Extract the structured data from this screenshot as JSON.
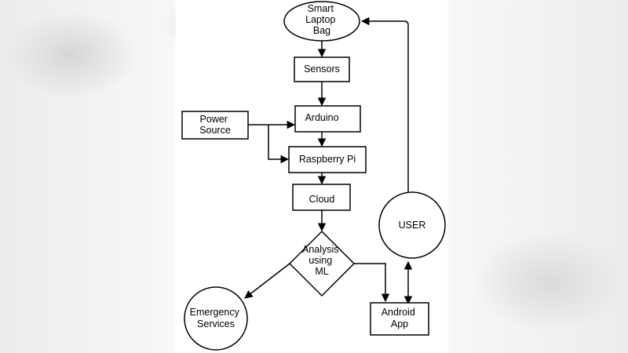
{
  "diagram": {
    "nodes": {
      "smart_laptop_bag": [
        "Smart",
        "Laptop",
        "Bag"
      ],
      "sensors": [
        "Sensors"
      ],
      "arduino": [
        "Arduino"
      ],
      "power_source": [
        "Power",
        "Source"
      ],
      "raspberry_pi": [
        "Raspberry Pi"
      ],
      "cloud": [
        "Cloud"
      ],
      "analysis_ml": [
        "Analysis",
        "using",
        "ML"
      ],
      "emergency_services": [
        "Emergency",
        "Services"
      ],
      "android_app": [
        "Android",
        "App"
      ],
      "user": [
        "USER"
      ]
    },
    "edges": [
      {
        "from": "smart_laptop_bag",
        "to": "sensors"
      },
      {
        "from": "sensors",
        "to": "arduino"
      },
      {
        "from": "power_source",
        "to": "arduino"
      },
      {
        "from": "power_source",
        "to": "raspberry_pi"
      },
      {
        "from": "arduino",
        "to": "raspberry_pi"
      },
      {
        "from": "raspberry_pi",
        "to": "cloud"
      },
      {
        "from": "cloud",
        "to": "analysis_ml"
      },
      {
        "from": "analysis_ml",
        "to": "emergency_services"
      },
      {
        "from": "analysis_ml",
        "to": "android_app"
      },
      {
        "from": "android_app",
        "to": "user",
        "bidirectional": true
      },
      {
        "from": "user",
        "to": "smart_laptop_bag"
      }
    ]
  }
}
